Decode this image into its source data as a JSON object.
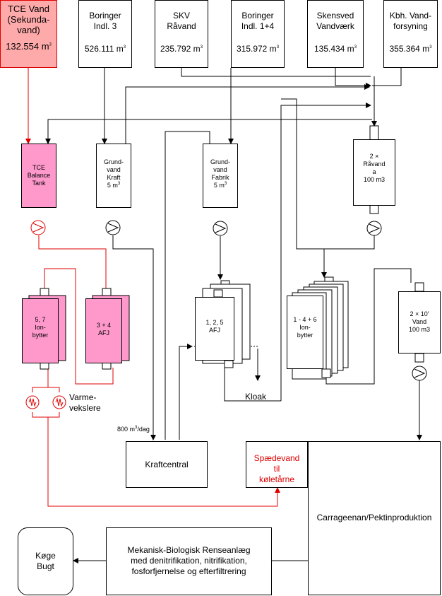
{
  "colors": {
    "line": "#000000",
    "red": "#e00000",
    "tce_fill": "#ffaaaa",
    "pink_fill": "#ff99cc"
  },
  "sources": {
    "tce": {
      "title": "TCE Vand\n(Sekunda-\nvand)",
      "volume": "132.554 m",
      "unit_sup": "3"
    },
    "boringer3": {
      "title": "Boringer\nIndl. 3",
      "volume": "526.111 m",
      "unit_sup": "3"
    },
    "skv": {
      "title": "SKV\nRåvand",
      "volume": "235.792 m",
      "unit_sup": "3"
    },
    "boringer14": {
      "title": "Boringer\nIndl. 1+4",
      "volume": "315.972 m",
      "unit_sup": "3"
    },
    "skensved": {
      "title": "Skensved\nVandværk",
      "volume": "135.434 m",
      "unit_sup": "3"
    },
    "kbh": {
      "title": "Kbh. Vand-\nforsyning",
      "volume": "355.364 m",
      "unit_sup": "3"
    }
  },
  "tanks": {
    "tce_balance": "TCE\nBalance\nTank",
    "grundvand_kraft": "Grund-\nvand\nKraft\n5 m",
    "grundvand_fabrik": "Grund-\nvand\nFabrik\n5 m",
    "raavand": "2 ×\nRåvand\na\n100 m3",
    "vand_100": "2 × 10'\nVand\n100 m3",
    "tank_unit_sup": "3"
  },
  "ion_units": {
    "ionbytter_57": "5, 7\nIon-\nbytter",
    "afj_34": "3 + 4\nAFJ",
    "afj_125": "1, 2, 5\nAFJ",
    "ionbytter_146": "1 - 4 + 6\nIon-\nbytter"
  },
  "labels": {
    "varmevekslere": "Varme-\nvekslere",
    "kloak": "Kloak",
    "flow_rate": "800 m",
    "flow_rate_sup": "3",
    "flow_rate_tail": "/dag"
  },
  "blocks": {
    "kraftcentral": "Kraftcentral",
    "spaedevand": "Spædevand\ntil\nkøletårne",
    "carrageenan": "Carrageenan/Pektinproduktion",
    "renseanlaeg": "Mekanisk-Biologisk Renseanlæg\nmed denitrifikation, nitrifikation,\nfosforfjernelse og efterfiltrering",
    "koge_bugt": "Køge\nBugt"
  }
}
